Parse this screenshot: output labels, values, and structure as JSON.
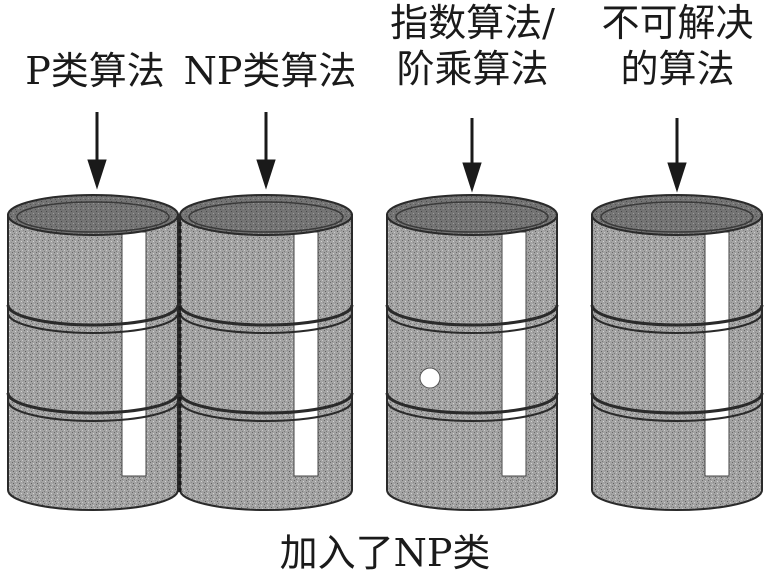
{
  "labels": [
    {
      "lines": [
        "P类算法"
      ]
    },
    {
      "lines": [
        "NP类算法"
      ]
    },
    {
      "lines": [
        "指数算法/",
        "阶乘算法"
      ]
    },
    {
      "lines": [
        "不可解决",
        "的算法"
      ]
    }
  ],
  "caption": "加入了NP类",
  "colors": {
    "ink": "#1a1a1a",
    "barrel_body": "#9e9e9e",
    "barrel_top": "#6f6f6f",
    "stripe": "#ffffff"
  },
  "icons": [
    "arrow-down-icon",
    "barrel-icon"
  ]
}
